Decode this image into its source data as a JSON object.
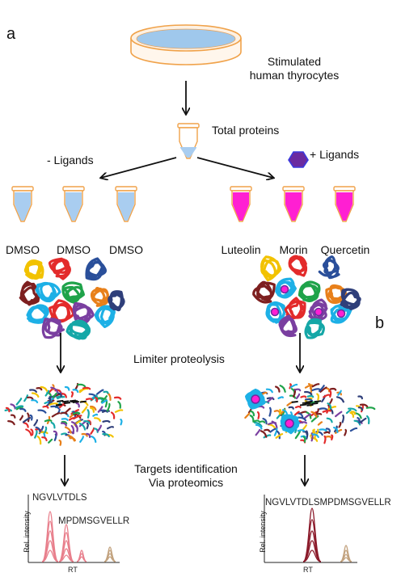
{
  "panel_a": "a",
  "panel_b": "b",
  "source_label_line1": "Stimulated",
  "source_label_line2": "human thyrocytes",
  "total_proteins_label": "Total proteins",
  "minus_ligands_label": "- Ligands",
  "plus_ligands_label": "+ Ligands",
  "control_tubes": [
    "DMSO",
    "DMSO",
    "DMSO"
  ],
  "ligand_tubes": [
    "Luteolin",
    "Morin",
    "Quercetin"
  ],
  "proteolysis_label": "Limiter proteolysis",
  "identification_line1": "Targets identification",
  "identification_line2": "Via proteomics",
  "left_chart": {
    "peptide1": "NGVLVTDLS",
    "peptide2": "MPDMSGVELLR",
    "ylabel": "Rel. intensity",
    "xlabel": "RT"
  },
  "right_chart": {
    "peptide": "NGVLVTDLSMPDMSGVELLR",
    "ylabel": "Rel. intensity",
    "xlabel": "RT"
  },
  "colors": {
    "petri_fill": "#9fc8ec",
    "control_liquid": "#a9cdf0",
    "ligand_liquid": "#ff1fd2",
    "tube_outline": "#f0a24a",
    "ligand_hexagon": "#6a2aa0",
    "left_peaks": "#e87f8c",
    "right_peaks": "#8b1a2a",
    "minor_peaks": "#c2a27e"
  }
}
